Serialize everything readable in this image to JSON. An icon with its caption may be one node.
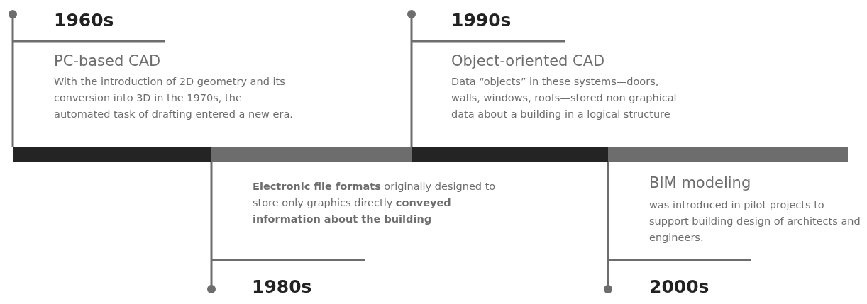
{
  "diagram": {
    "labels": [
      "1960s",
      "1990s",
      "PC-based CAD",
      "Object-oriented CAD",
      "With the introduction of 2D geometry and its conversion into 3D in the 1970s, the automated task of drafting entered a new era.",
      "Data “objects” in these systems—doors, walls, windows, roofs—stored non graphical data about a building in a logical structure",
      "BIM modeling",
      "**Electronic file formats** originally designed to store only graphics directly **conveyed information about the building**",
      "was introduced in pilot projects to support building design of architects and engineers.",
      "1980s",
      "2000s"
    ]
  }
}
